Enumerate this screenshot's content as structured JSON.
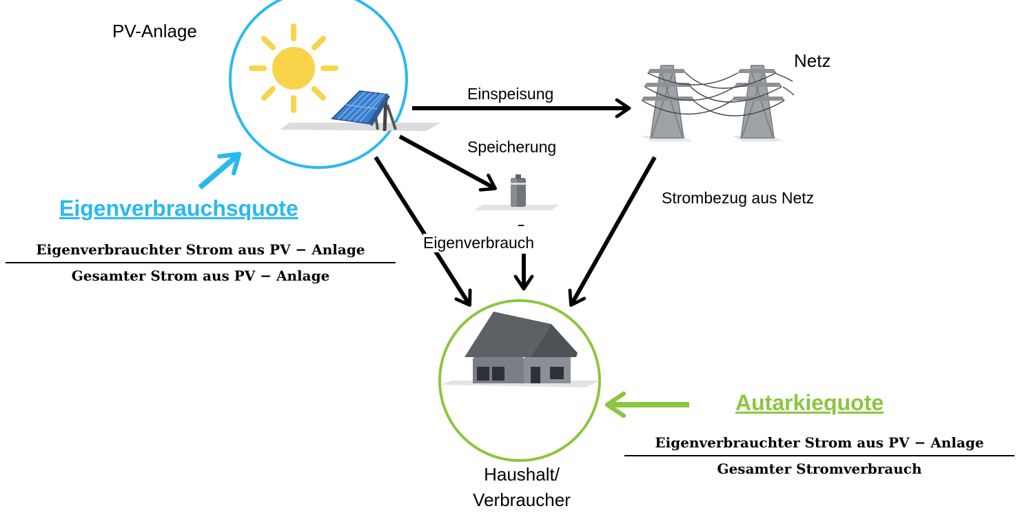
{
  "nodes": {
    "pv": {
      "label": "PV-Anlage"
    },
    "grid": {
      "label": "Netz"
    },
    "household": {
      "label_line1": "Haushalt/",
      "label_line2": "Verbraucher"
    }
  },
  "flows": {
    "feed_in": "Einspeisung",
    "storage": "Speicherung",
    "self_consumption": "Eigenverbrauch",
    "grid_purchase": "Strombezug aus Netz"
  },
  "self_consumption_ratio": {
    "title": "Eigenverbrauchsquote",
    "numerator": "Eigenverbrauchter Strom aus PV − Anlage",
    "denominator": "Gesamter Strom aus PV − Anlage",
    "color": "#29b8f2"
  },
  "autarky_ratio": {
    "title": "Autarkiequote",
    "numerator": "Eigenverbrauchter Strom aus PV − Anlage",
    "denominator": "Gesamter Stromverbrauch",
    "color": "#8cc63f"
  },
  "icons": [
    "sun-icon",
    "solar-panel-icon",
    "power-pylon-icon",
    "battery-icon",
    "house-icon"
  ]
}
